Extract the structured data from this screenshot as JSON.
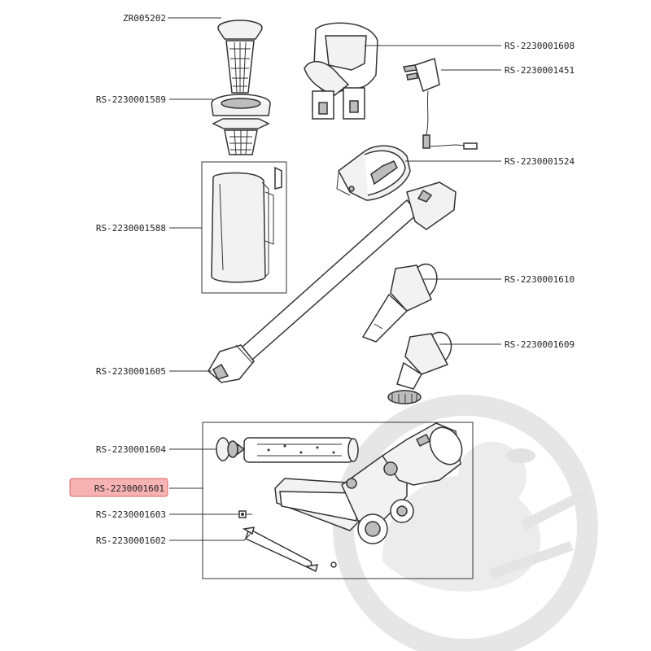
{
  "parts": [
    {
      "code": "ZR005202"
    },
    {
      "code": "RS-2230001608"
    },
    {
      "code": "RS-2230001451"
    },
    {
      "code": "RS-2230001589"
    },
    {
      "code": "RS-2230001524"
    },
    {
      "code": "RS-2230001588"
    },
    {
      "code": "RS-2230001610"
    },
    {
      "code": "RS-2230001609"
    },
    {
      "code": "RS-2230001605"
    },
    {
      "code": "RS-2230001604"
    },
    {
      "code": "RS-2230001601",
      "highlighted": true
    },
    {
      "code": "RS-2230001603"
    },
    {
      "code": "RS-2230001602"
    }
  ],
  "colors": {
    "highlight_fill": "#f7b3b3",
    "highlight_stroke": "#e06666",
    "watermark": "#e6e6e6",
    "line": "#333333"
  }
}
